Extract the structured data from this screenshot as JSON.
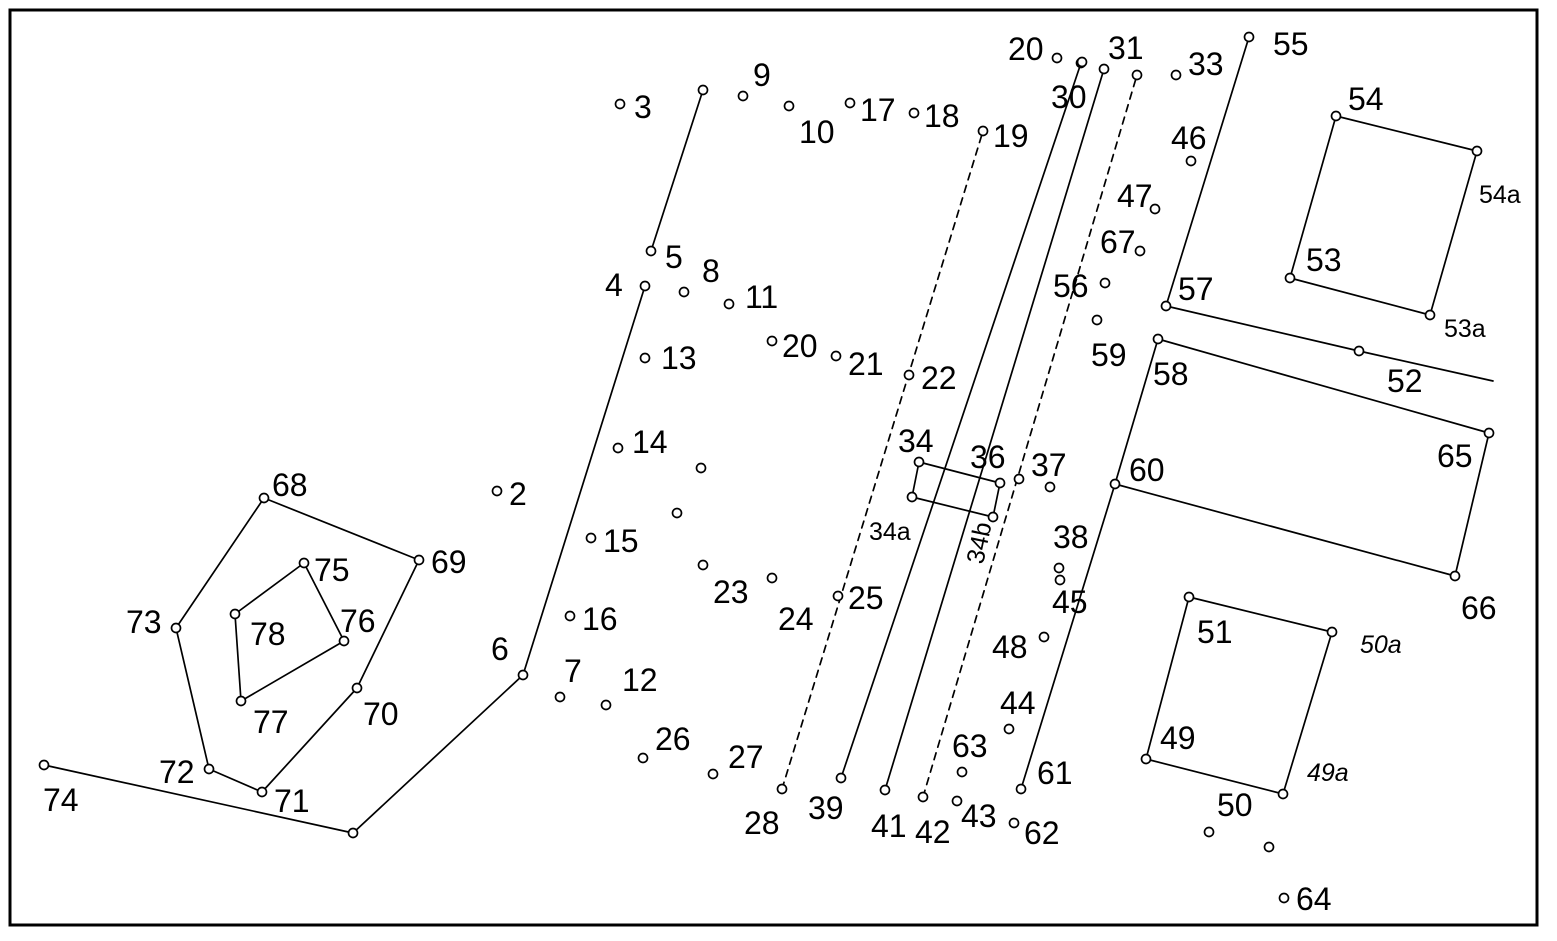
{
  "diagram": {
    "points": [
      {
        "id": "p2",
        "label": "2"
      },
      {
        "id": "p3",
        "label": "3"
      },
      {
        "id": "p4",
        "label": "4"
      },
      {
        "id": "p5",
        "label": "5"
      },
      {
        "id": "p6",
        "label": "6"
      },
      {
        "id": "p7",
        "label": "7"
      },
      {
        "id": "p8",
        "label": "8"
      },
      {
        "id": "p9",
        "label": "9"
      },
      {
        "id": "p10",
        "label": "10"
      },
      {
        "id": "p11",
        "label": "11"
      },
      {
        "id": "p12",
        "label": "12"
      },
      {
        "id": "p13",
        "label": "13"
      },
      {
        "id": "p14",
        "label": "14"
      },
      {
        "id": "p15",
        "label": "15"
      },
      {
        "id": "p16",
        "label": "16"
      },
      {
        "id": "p17",
        "label": "17"
      },
      {
        "id": "p18",
        "label": "18"
      },
      {
        "id": "p19",
        "label": "19"
      },
      {
        "id": "p20a",
        "label": "20"
      },
      {
        "id": "p20b",
        "label": "20"
      },
      {
        "id": "p21",
        "label": "21"
      },
      {
        "id": "p22",
        "label": "22"
      },
      {
        "id": "p23",
        "label": "23"
      },
      {
        "id": "p24",
        "label": "24"
      },
      {
        "id": "p25",
        "label": "25"
      },
      {
        "id": "p26",
        "label": "26"
      },
      {
        "id": "p27",
        "label": "27"
      },
      {
        "id": "p28",
        "label": "28"
      },
      {
        "id": "p30",
        "label": "30"
      },
      {
        "id": "p31",
        "label": "31"
      },
      {
        "id": "p33",
        "label": "33"
      },
      {
        "id": "p34",
        "label": "34"
      },
      {
        "id": "p34a",
        "label": "34a"
      },
      {
        "id": "p34b",
        "label": "34b"
      },
      {
        "id": "p36",
        "label": "36"
      },
      {
        "id": "p37",
        "label": "37"
      },
      {
        "id": "p38",
        "label": "38"
      },
      {
        "id": "p39",
        "label": "39"
      },
      {
        "id": "p41",
        "label": "41"
      },
      {
        "id": "p42",
        "label": "42"
      },
      {
        "id": "p43",
        "label": "43"
      },
      {
        "id": "p44",
        "label": "44"
      },
      {
        "id": "p45",
        "label": "45"
      },
      {
        "id": "p46",
        "label": "46"
      },
      {
        "id": "p47",
        "label": "47"
      },
      {
        "id": "p48",
        "label": "48"
      },
      {
        "id": "p49",
        "label": "49"
      },
      {
        "id": "p49a",
        "label": "49a"
      },
      {
        "id": "p50",
        "label": "50"
      },
      {
        "id": "p50a",
        "label": "50a"
      },
      {
        "id": "p51",
        "label": "51"
      },
      {
        "id": "p52",
        "label": "52"
      },
      {
        "id": "p53",
        "label": "53"
      },
      {
        "id": "p53a",
        "label": "53a"
      },
      {
        "id": "p54",
        "label": "54"
      },
      {
        "id": "p54a",
        "label": "54a"
      },
      {
        "id": "p55",
        "label": "55"
      },
      {
        "id": "p56",
        "label": "56"
      },
      {
        "id": "p57",
        "label": "57"
      },
      {
        "id": "p58",
        "label": "58"
      },
      {
        "id": "p59",
        "label": "59"
      },
      {
        "id": "p60",
        "label": "60"
      },
      {
        "id": "p61",
        "label": "61"
      },
      {
        "id": "p62",
        "label": "62"
      },
      {
        "id": "p63",
        "label": "63"
      },
      {
        "id": "p64",
        "label": "64"
      },
      {
        "id": "p65",
        "label": "65"
      },
      {
        "id": "p66",
        "label": "66"
      },
      {
        "id": "p67",
        "label": "67"
      },
      {
        "id": "p68",
        "label": "68"
      },
      {
        "id": "p69",
        "label": "69"
      },
      {
        "id": "p70",
        "label": "70"
      },
      {
        "id": "p71",
        "label": "71"
      },
      {
        "id": "p72",
        "label": "72"
      },
      {
        "id": "p73",
        "label": "73"
      },
      {
        "id": "p74",
        "label": "74"
      },
      {
        "id": "p75",
        "label": "75"
      },
      {
        "id": "p76",
        "label": "76"
      },
      {
        "id": "p77",
        "label": "77"
      },
      {
        "id": "p78",
        "label": "78"
      },
      {
        "id": "u1",
        "label": ""
      },
      {
        "id": "u2",
        "label": ""
      },
      {
        "id": "u3",
        "label": ""
      },
      {
        "id": "u4",
        "label": ""
      },
      {
        "id": "u5",
        "label": ""
      }
    ],
    "edges": [
      {
        "from": "p73",
        "to": "p68",
        "style": "solid"
      },
      {
        "from": "p68",
        "to": "p69",
        "style": "solid"
      },
      {
        "from": "p69",
        "to": "p70",
        "style": "solid"
      },
      {
        "from": "p70",
        "to": "p71",
        "style": "solid"
      },
      {
        "from": "p71",
        "to": "p72",
        "style": "solid"
      },
      {
        "from": "p72",
        "to": "p73",
        "style": "solid"
      },
      {
        "from": "p78",
        "to": "p75",
        "style": "solid"
      },
      {
        "from": "p75",
        "to": "p76",
        "style": "solid"
      },
      {
        "from": "p76",
        "to": "p77",
        "style": "solid"
      },
      {
        "from": "p77",
        "to": "p78",
        "style": "solid"
      },
      {
        "from": "p74",
        "to": "p1x",
        "style": "solid"
      },
      {
        "from": "p1x",
        "to": "p6",
        "style": "solid"
      },
      {
        "from": "p6",
        "to": "p4",
        "style": "solid"
      },
      {
        "from": "p5",
        "to": "p3x",
        "style": "solid"
      },
      {
        "from": "p28",
        "to": "p19",
        "style": "dashed"
      },
      {
        "from": "p39",
        "to": "p30",
        "style": "solid"
      },
      {
        "from": "p41",
        "to": "p31",
        "style": "solid"
      },
      {
        "from": "p42",
        "to": "p33x",
        "style": "dashed"
      },
      {
        "from": "p34",
        "to": "p36",
        "style": "solid"
      },
      {
        "from": "p34",
        "to": "p34a",
        "style": "solid"
      },
      {
        "from": "p34a",
        "to": "p34b",
        "style": "solid"
      },
      {
        "from": "p36",
        "to": "p34b",
        "style": "solid"
      },
      {
        "from": "p61",
        "to": "p60",
        "style": "solid"
      },
      {
        "from": "p60",
        "to": "p58",
        "style": "solid"
      },
      {
        "from": "p57",
        "to": "p55",
        "style": "solid"
      },
      {
        "from": "p57",
        "to": "p52",
        "style": "solid"
      },
      {
        "from": "p52",
        "to": "pEnd52",
        "style": "solid"
      },
      {
        "from": "p58",
        "to": "p65",
        "style": "solid"
      },
      {
        "from": "p65",
        "to": "p66",
        "style": "solid"
      },
      {
        "from": "p66",
        "to": "p60",
        "style": "solid"
      },
      {
        "from": "p54",
        "to": "p54a",
        "style": "solid"
      },
      {
        "from": "p54a",
        "to": "p53a",
        "style": "solid"
      },
      {
        "from": "p53a",
        "to": "p53",
        "style": "solid"
      },
      {
        "from": "p53",
        "to": "p54",
        "style": "solid"
      },
      {
        "from": "p51",
        "to": "p50a",
        "style": "solid"
      },
      {
        "from": "p50a",
        "to": "p49a",
        "style": "solid"
      },
      {
        "from": "p49a",
        "to": "p49",
        "style": "solid"
      },
      {
        "from": "p49",
        "to": "p51",
        "style": "solid"
      }
    ]
  }
}
